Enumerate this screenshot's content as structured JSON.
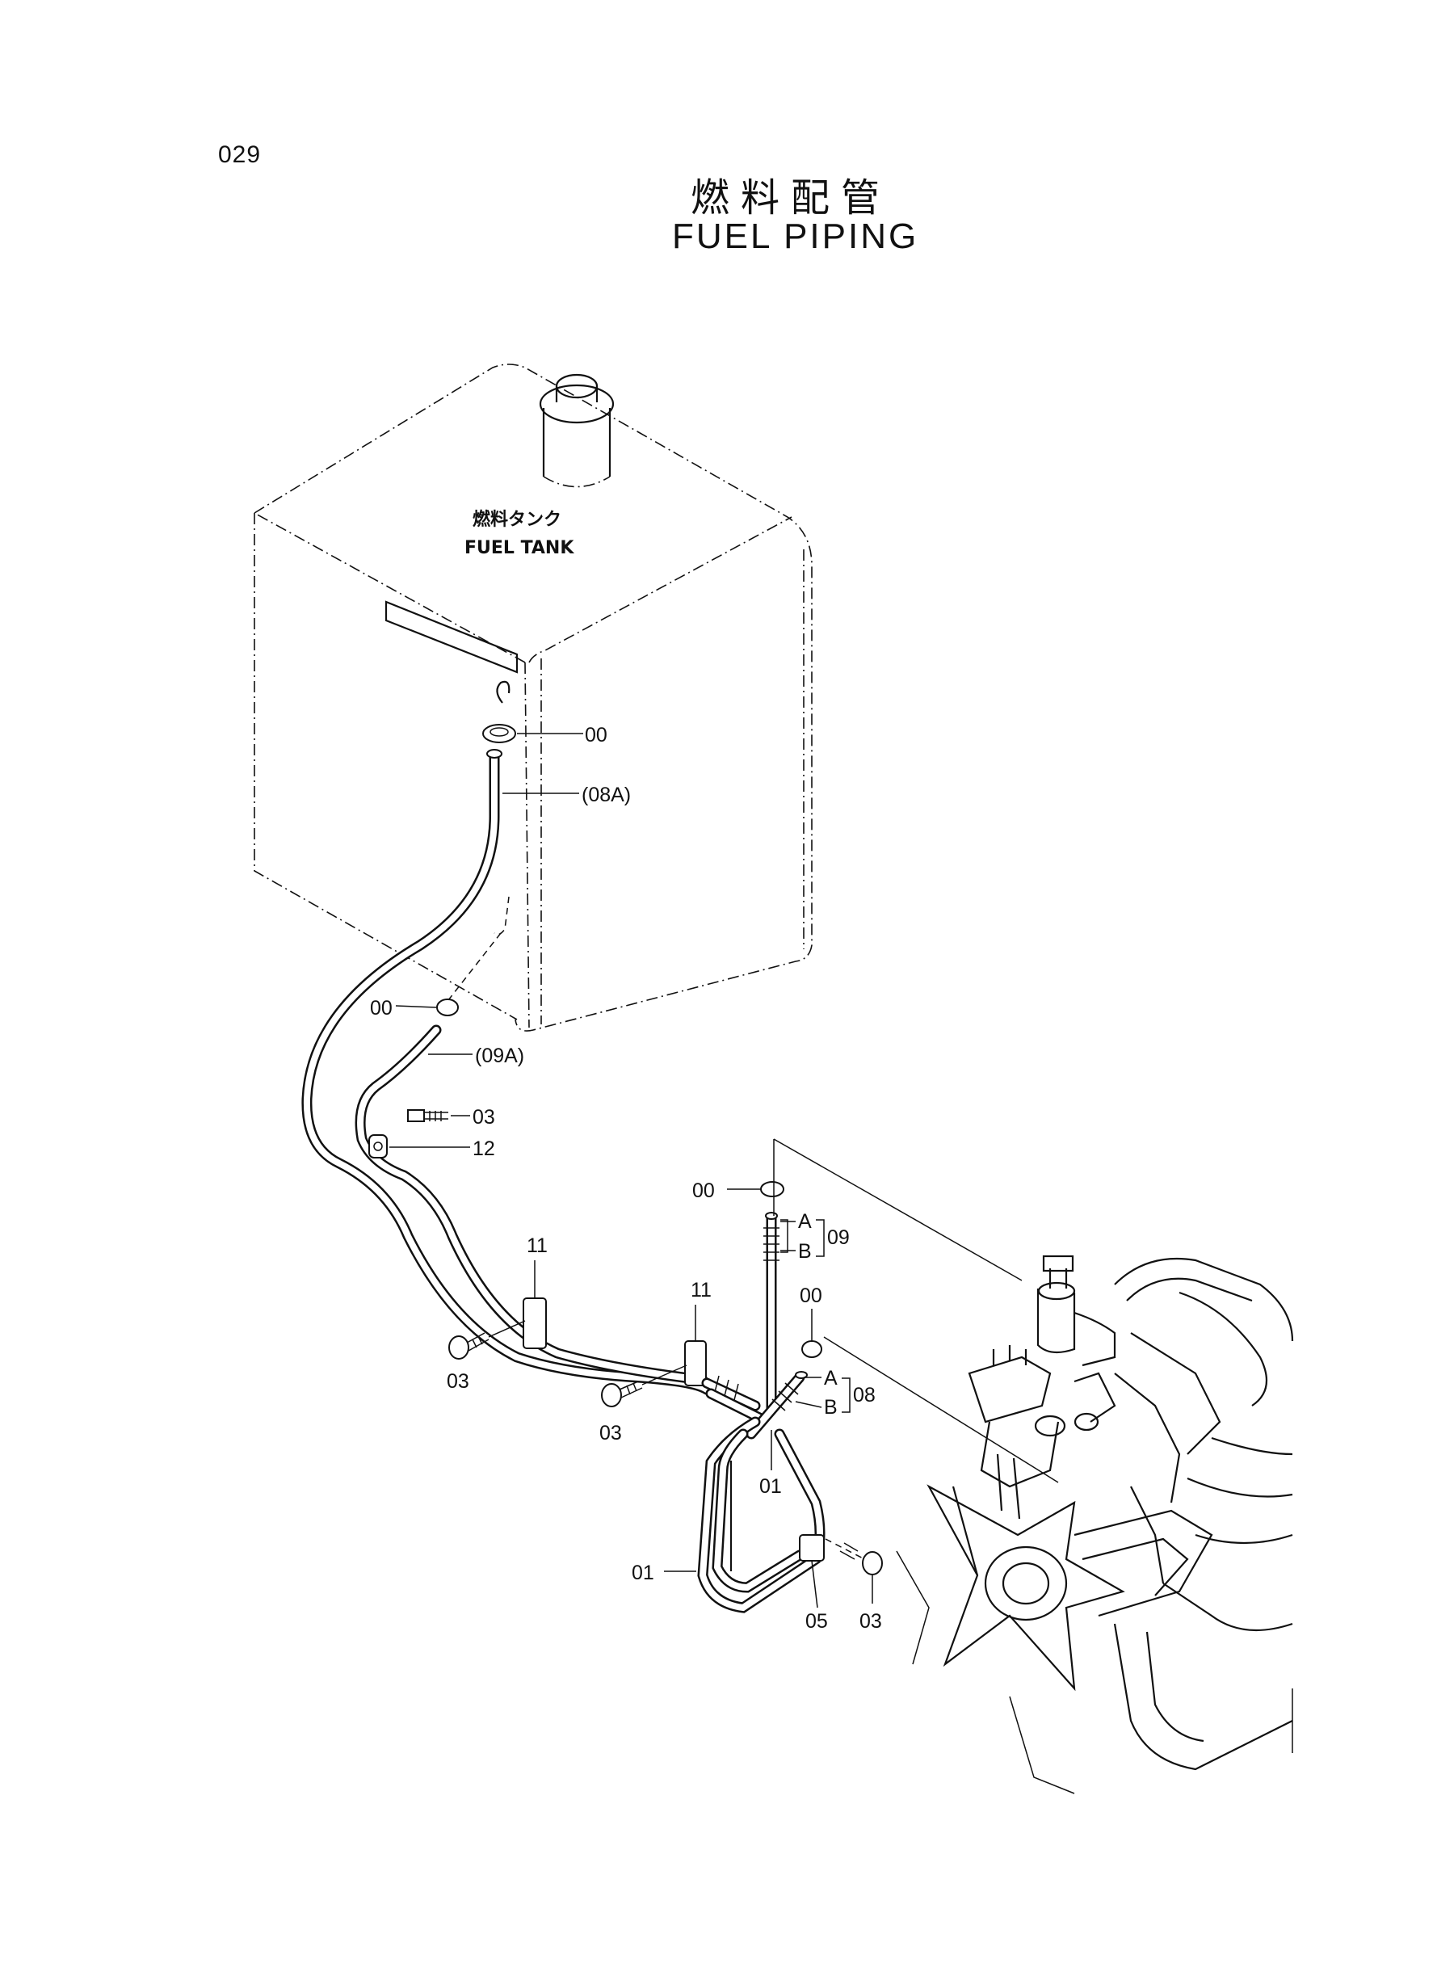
{
  "page_number": "029",
  "title": {
    "japanese": "燃料配管",
    "english": "FUEL  PIPING"
  },
  "tank_label": {
    "japanese": "燃料タンク",
    "english": "FUEL TANK"
  },
  "callouts": {
    "clamp_top": "00",
    "hose_08A": "(08A)",
    "clamp_mid": "00",
    "hose_09A": "(09A)",
    "bolt_upper": "03",
    "clamp_bracket": "12",
    "clamp_11_left": "11",
    "clamp_11_right": "11",
    "bolt_left": "03",
    "bolt_center": "03",
    "clamp_filter": "00",
    "hose_09_a": "A",
    "hose_09_b": "B",
    "hose_09_num": "09",
    "clamp_filter_2": "00",
    "hose_08_a": "A",
    "hose_08_b": "B",
    "hose_08_num": "08",
    "pipe_01_center": "01",
    "pipe_01_left": "01",
    "bracket_05": "05",
    "bolt_right": "03"
  }
}
